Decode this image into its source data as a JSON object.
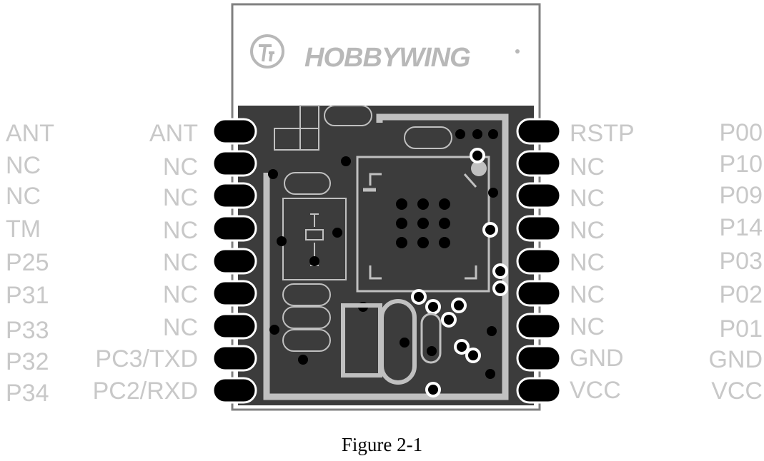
{
  "module": {
    "brand": "HOBBYWING",
    "left_pins": [
      {
        "outer": "ANT",
        "inner": "ANT"
      },
      {
        "outer": "NC",
        "inner": "NC"
      },
      {
        "outer": "NC",
        "inner": "NC"
      },
      {
        "outer": "TM",
        "inner": "NC"
      },
      {
        "outer": "P25",
        "inner": "NC"
      },
      {
        "outer": "P31",
        "inner": "NC"
      },
      {
        "outer": "P33",
        "inner": "NC"
      },
      {
        "outer": "P32",
        "inner": "PC3/TXD"
      },
      {
        "outer": "P34",
        "inner": "PC2/RXD"
      }
    ],
    "right_pins": [
      {
        "inner": "RSTP",
        "outer": "P00"
      },
      {
        "inner": "NC",
        "outer": "P10"
      },
      {
        "inner": "NC",
        "outer": "P09"
      },
      {
        "inner": "NC",
        "outer": "P14"
      },
      {
        "inner": "NC",
        "outer": "P03"
      },
      {
        "inner": "NC",
        "outer": "P02"
      },
      {
        "inner": "NC",
        "outer": "P01"
      },
      {
        "inner": "GND",
        "outer": "GND"
      },
      {
        "inner": "VCC",
        "outer": "VCC"
      }
    ]
  },
  "caption": "Figure 2-1"
}
